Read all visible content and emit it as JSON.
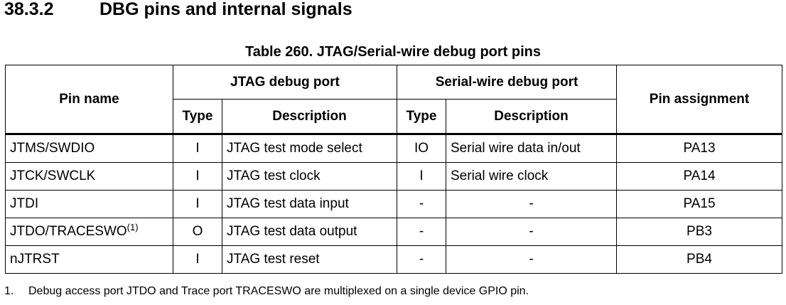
{
  "section": {
    "number": "38.3.2",
    "title": "DBG pins and internal signals"
  },
  "table": {
    "caption": "Table 260. JTAG/Serial-wire debug port pins",
    "headers": {
      "pin_name": "Pin name",
      "jtag_group": "JTAG debug port",
      "sw_group": "Serial-wire debug port",
      "pin_assignment": "Pin assignment",
      "jtag_type": "Type",
      "jtag_description": "Description",
      "sw_type": "Type",
      "sw_description": "Description"
    },
    "rows": [
      {
        "pin": "JTMS/SWDIO",
        "pin_note": "",
        "jtag_type": "I",
        "jtag_desc": "JTAG test mode select",
        "sw_type": "IO",
        "sw_desc": "Serial wire data in/out",
        "assignment": "PA13"
      },
      {
        "pin": "JTCK/SWCLK",
        "pin_note": "",
        "jtag_type": "I",
        "jtag_desc": "JTAG test clock",
        "sw_type": "I",
        "sw_desc": "Serial wire clock",
        "assignment": "PA14"
      },
      {
        "pin": "JTDI",
        "pin_note": "",
        "jtag_type": "I",
        "jtag_desc": "JTAG test data input",
        "sw_type": "-",
        "sw_desc": "-",
        "assignment": "PA15"
      },
      {
        "pin": "JTDO/TRACESWO",
        "pin_note": "(1)",
        "jtag_type": "O",
        "jtag_desc": "JTAG test data output",
        "sw_type": "-",
        "sw_desc": "-",
        "assignment": "PB3"
      },
      {
        "pin": "nJTRST",
        "pin_note": "",
        "jtag_type": "I",
        "jtag_desc": "JTAG test reset",
        "sw_type": "-",
        "sw_desc": "-",
        "assignment": "PB4"
      }
    ]
  },
  "footnote": {
    "number": "1.",
    "text": "Debug access port JTDO and Trace port TRACESWO are multiplexed on a single device GPIO pin."
  }
}
